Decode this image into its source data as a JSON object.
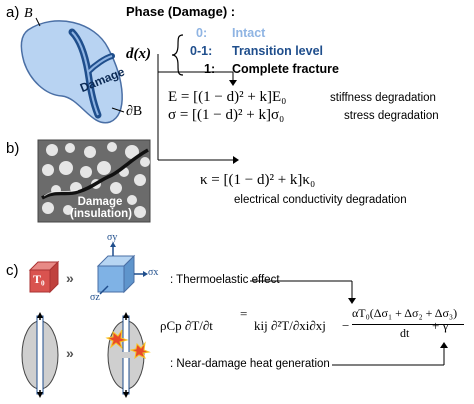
{
  "panels": {
    "a": {
      "label": "a)",
      "region_symbol": "B",
      "boundary_symbol": "∂B",
      "damage_label": "Damage",
      "phase_title": "Phase (Damage) :",
      "phase_function": "d(x)",
      "phases": [
        {
          "key": "0:",
          "text": "Intact",
          "color": "#8fb4e3"
        },
        {
          "key": "0-1:",
          "text": "Transition level",
          "color": "#1f4e8c"
        },
        {
          "key": "1:",
          "text": "Complete fracture",
          "color": "#000000"
        }
      ],
      "eq_stiffness": "E = [(1 − d)² + k]E₀",
      "eq_stiffness_note": "stiffness degradation",
      "eq_stress": "σ = [(1 − d)² + k]σ₀",
      "eq_stress_note": "stress degradation"
    },
    "b": {
      "label": "b)",
      "damage_label_line1": "Damage",
      "damage_label_line2": "(insulation)",
      "eq_conductivity": "κ = [(1 − d)² + k]κ₀",
      "eq_conductivity_note": "electrical conductivity degradation"
    },
    "c": {
      "label": "c)",
      "t0_label": "T₀",
      "stress_labels": {
        "sy": "σy",
        "sx": "σx",
        "sz": "σz"
      },
      "thermoelastic_note": ": Thermoelastic effect",
      "heat_note": ": Near-damage heat generation",
      "heat_eq_lhs": "ρCp ∂T/∂t",
      "heat_eq_conduction": "kij ∂²T/∂xi∂xj",
      "heat_eq_thermoelastic_num": "αT₀(Δσ₁ + Δσ₂ + Δσ₃)",
      "heat_eq_thermoelastic_den": "dt",
      "heat_eq_gamma": "+ γ"
    }
  },
  "colors": {
    "region_fill": "#b8d3f2",
    "region_stroke": "#4a6fa5",
    "damage_dark": "#1f4e8c",
    "cube_red": "#d9534f",
    "cube_blue": "#7fb2e5"
  }
}
